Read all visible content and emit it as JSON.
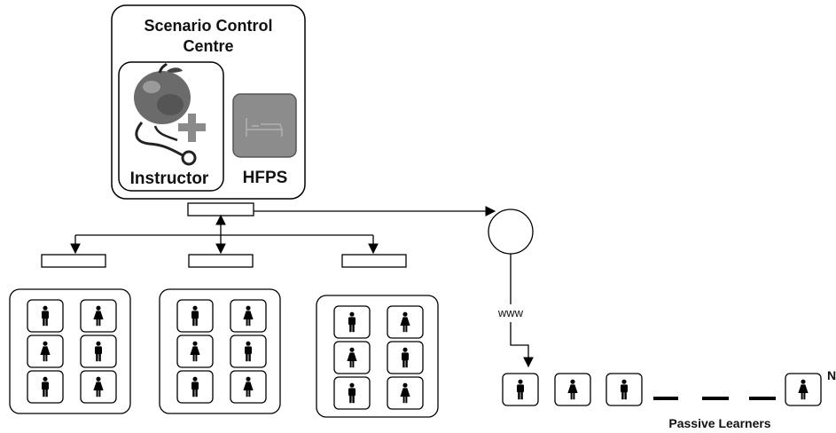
{
  "control_centre": {
    "title_line1": "Scenario Control",
    "title_line2": "Centre",
    "instructor_label": "Instructor",
    "hfps_label": "HFPS"
  },
  "network": {
    "link_label": "www"
  },
  "passive": {
    "label": "Passive Learners",
    "cut_text": "N"
  },
  "groups": [
    {
      "people": [
        "male",
        "female",
        "female",
        "male",
        "male",
        "female"
      ]
    },
    {
      "people": [
        "male",
        "female",
        "female",
        "male",
        "male",
        "female"
      ]
    },
    {
      "people": [
        "male",
        "female",
        "female",
        "male",
        "male",
        "female"
      ]
    }
  ],
  "remote_learners": [
    "male",
    "female",
    "male",
    "female"
  ]
}
